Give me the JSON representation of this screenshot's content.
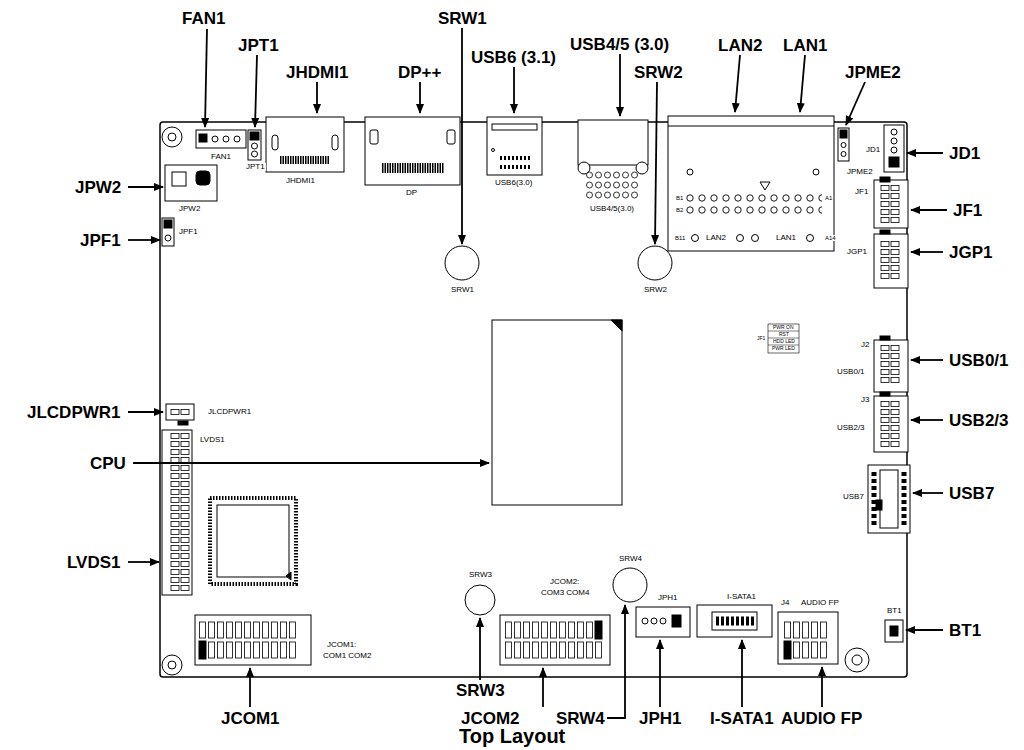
{
  "diagram": {
    "caption": "Top Layout",
    "labels": [
      "FAN1",
      "JPT1",
      "JHDMI1",
      "DP++",
      "SRW1",
      "USB6 (3.1)",
      "USB4/5 (3.0)",
      "LAN2",
      "LAN1",
      "SRW2",
      "JPME2",
      "JD1",
      "JPW2",
      "JF1",
      "JPF1",
      "JGP1",
      "USB0/1",
      "JLCDPWR1",
      "USB2/3",
      "CPU",
      "USB7",
      "LVDS1",
      "BT1",
      "SRW3",
      "JCOM1",
      "JCOM2",
      "SRW4",
      "JPH1",
      "I-SATA1",
      "AUDIO FP",
      "FAN1",
      "JPT1",
      "JHDMI1",
      "DP",
      "USB6(3.0)",
      "USB4/5(3.0)",
      "JPW2",
      "JPF1",
      "SRW1",
      "SRW2",
      "B1",
      "B2",
      "B11",
      "A1",
      "A14",
      "LAN2",
      "LAN1",
      "JPME2",
      "JD1",
      "JF1",
      "JGP1",
      "PWR ON",
      "RST",
      "HDD LED",
      "PWR LED",
      "JF1",
      "J2",
      "USB0/1",
      "J3",
      "USB2/3",
      "USB7",
      "JLCDPWR1",
      "LVDS1",
      "SRW3",
      "SRW4",
      "JCOM1:",
      "COM1 COM2",
      "JCOM2:",
      "COM3 COM4",
      "JPH1",
      "I-SATA1",
      "J4",
      "AUDIO FP",
      "BT1"
    ]
  }
}
